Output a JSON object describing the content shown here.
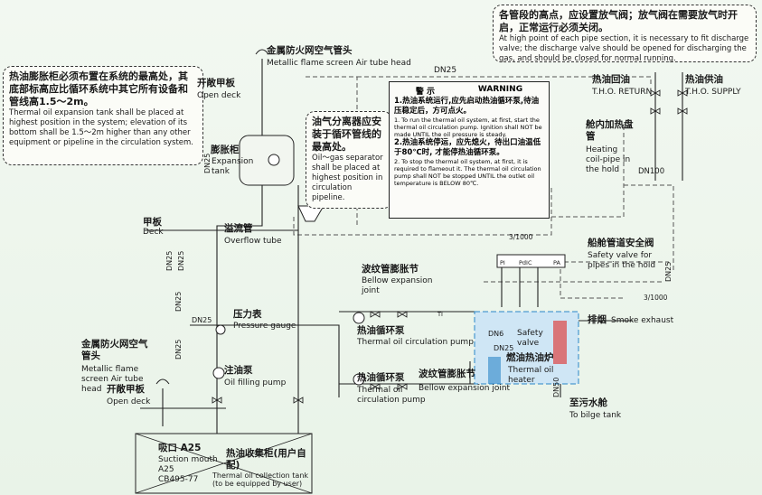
{
  "note_top_right": {
    "cn": "各管段的高点，应设置放气阀；放气阀在需要放气时开启，正常运行必须关闭。",
    "en": "At high point of each pipe section, it is necessary to fit discharge valve; the discharge valve should be opened for discharging the gas, and should be closed for normal running."
  },
  "note_left": {
    "cn": "热油膨胀柜必须布置在系统的最高处，其底部标高应比循环系统中其它所有设备和管线高1.5～2m。",
    "en": "Thermal oil expansion tank shall be placed at highest position in the system; elevation of its bottom shall be 1.5～2m higher than any other equipment or pipeline in the circulation system."
  },
  "note_separator": {
    "cn": "油气分离器应安装于循环管线的最高处。",
    "en": "Oil～gas separator shall be placed at highest position in circulation pipeline."
  },
  "warning": {
    "title_cn": "警 示",
    "title_en": "WARNING",
    "p1_cn": "1.热油系统运行,应先启动热油循环泵,待油压稳定后，方可点火。",
    "p1_en": "1. To run the thermal oil system, at first, start the thermal oil circulation pump. Ignition shall NOT be made UNTIL the oil pressure is steady.",
    "p2_cn": "2.热油系统停运，应先熄火，待出口油温低于80℃时, 才能停热油循环泵。",
    "p2_en": "2. To stop the thermal oil system, at first, it is required to flameout it. The thermal oil circulation pump shall NOT be stopped UNTIL the outlet oil temperature is BELOW 80℃."
  },
  "labels": {
    "flame_screen_top_cn": "金属防火网空气管头",
    "flame_screen_top_en": "Metallic flame screen Air tube head",
    "open_deck_top_cn": "开敞甲板",
    "open_deck_top_en": "Open deck",
    "expansion_tank_cn": "膨胀柜",
    "expansion_tank_en": "Expansion tank",
    "deck_cn": "甲板",
    "deck_en": "Deck",
    "overflow_cn": "溢流管",
    "overflow_en": "Overflow tube",
    "pressure_gauge_cn": "压力表",
    "pressure_gauge_en": "Pressure gauge",
    "filling_pump_cn": "注油泵",
    "filling_pump_en": "Oil filling pump",
    "flame_screen_left_cn": "金属防火网空气管头",
    "flame_screen_left_en": "Metallic flame screen Air tube head",
    "open_deck_left_cn": "开敞甲板",
    "open_deck_left_en": "Open deck",
    "collection_tank_cn": "热油收集柜(用户自配)",
    "collection_tank_en": "Thermal oil collection tank (to be equipped by user)",
    "suction_cn": "吸口 A25",
    "suction_en": "Suction mouth A25",
    "std": "CB495-77",
    "bellow_top_cn": "波纹管膨胀节",
    "bellow_top_en": "Bellow expansion joint",
    "circ_pump_top_cn": "热油循环泵",
    "circ_pump_top_en": "Thermal oil circulation pump",
    "circ_pump_bot_cn": "热油循环泵",
    "circ_pump_bot_en": "Thermal oil circulation pump",
    "bellow_bot_cn": "波纹管膨胀节",
    "bellow_bot_en": "Bellow expansion joint",
    "return_cn": "热油回油",
    "return_en": "T.H.O. RETURN",
    "supply_cn": "热油供油",
    "supply_en": "T.H.O. SUPPLY",
    "heating_coil_cn": "舱内加热盘管",
    "heating_coil_en": "Heating coil-pipe in the hold",
    "safety_valve_hold_cn": "船舱管道安全阀",
    "safety_valve_hold_en": "Safety valve for pipes in the hold",
    "smoke_cn": "排烟",
    "smoke_en": "Smoke exhaust",
    "safety_valve_en": "Safety valve",
    "heater_cn": "燃油热油炉",
    "heater_en": "Thermal oil heater",
    "bilge_cn": "至污水舱",
    "bilge_en": "To bilge tank",
    "dn25_a": "DN25",
    "dn25_b": "DN25",
    "dn25_c": "DN25",
    "dn25_d": "DN25",
    "dn25_e": "DN25",
    "dn25_f": "DN25",
    "dn25_g": "DN25",
    "dn25_h": "DN25",
    "dn6": "DN6",
    "dn100": "DN100",
    "dn50": "DN50",
    "slope1": "3/1000",
    "slope2": "3/1000",
    "pi": "PI",
    "pic": "PdIC",
    "pa": "PA",
    "ti": "TI"
  },
  "colors": {
    "line": "#222222",
    "dashed": "#555555",
    "accent": "#2a86c8",
    "heater_fill": "#cfe6f5"
  }
}
